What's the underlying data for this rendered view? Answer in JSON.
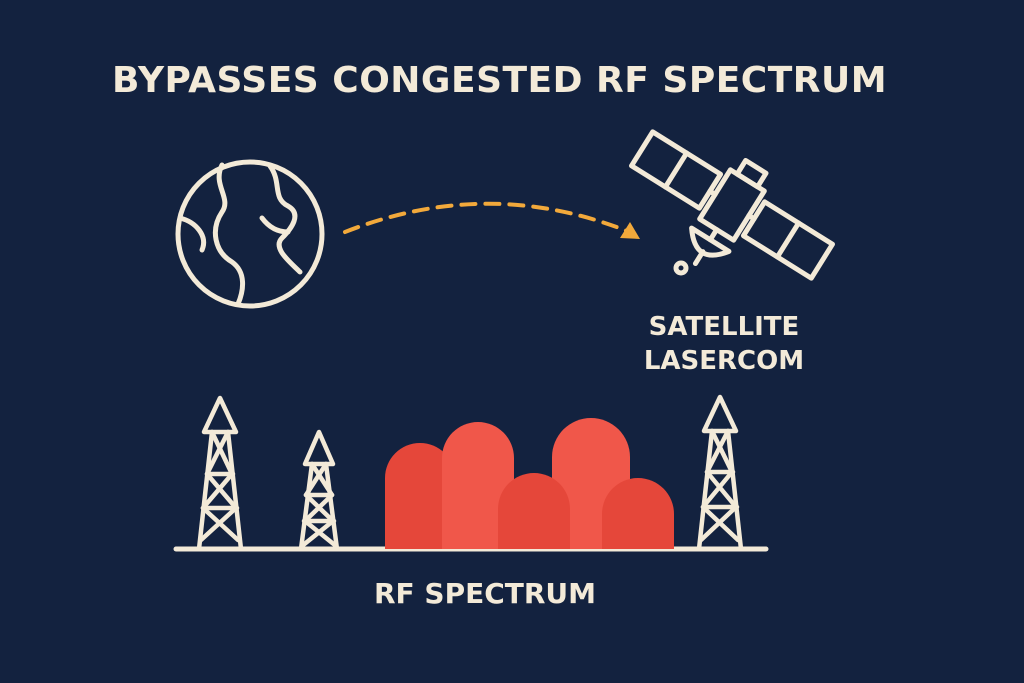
{
  "title": "BYPASSES CONGESTED RF SPECTRUM",
  "satellite_label": {
    "line1": "SATELLITE",
    "line2": "LASERCOM"
  },
  "ground_label": "RF SPECTRUM",
  "colors": {
    "background": "#13223f",
    "line": "#f3ead8",
    "arrow": "#f2a93b",
    "spectrum_dark": "#e5473a",
    "spectrum_light": "#f0574a"
  },
  "icons": [
    "globe-icon",
    "satellite-icon",
    "radio-tower-icon",
    "radio-tower-icon",
    "radio-tower-icon"
  ]
}
